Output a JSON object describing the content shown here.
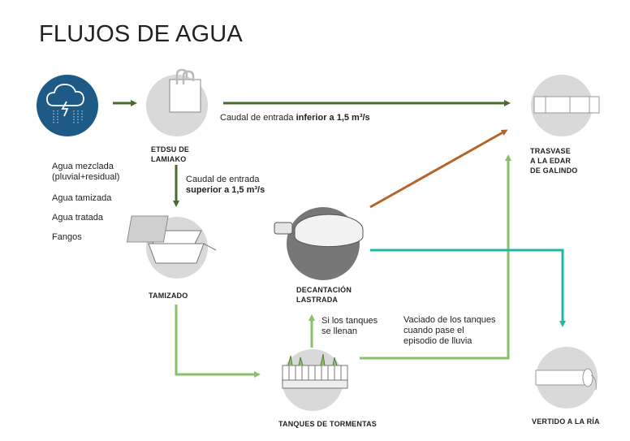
{
  "title": "FLUJOS DE AGUA",
  "legend": {
    "items": [
      {
        "label": "Agua mezclada",
        "label2": "(pluvial+residual)",
        "color": "#4a6b2e"
      },
      {
        "label": "Agua tamizada",
        "color": "#8bc06a"
      },
      {
        "label": "Agua tratada",
        "color": "#1fb8a3"
      },
      {
        "label": "Fangos",
        "color": "#b5652a"
      }
    ]
  },
  "nodes": {
    "etdsu": {
      "line1": "ETDSU DE",
      "line2": "LAMIAKO"
    },
    "trasvase": {
      "line1": "TRASVASE",
      "line2": "A LA EDAR",
      "line3": "DE GALINDO"
    },
    "tamizado": {
      "line1": "TAMIZADO"
    },
    "decantacion": {
      "line1": "DECANTACIÓN",
      "line2": "LASTRADA"
    },
    "tanques": {
      "line1": "TANQUES DE TORMENTAS"
    },
    "vertido": {
      "line1": "VERTIDO A LA RÍA"
    }
  },
  "flows": {
    "inferior": {
      "text": "Caudal de entrada ",
      "bold": "inferior a 1,5 m³/s"
    },
    "superior": {
      "line1": "Caudal de entrada",
      "bold": "superior a 1,5 m³/s"
    },
    "llenan": {
      "line1": "Si los tanques",
      "line2": "se llenan"
    },
    "vaciado": {
      "line1": "Vaciado de los tanques",
      "line2": "cuando pase el",
      "line3": "episodio de lluvia"
    }
  },
  "colors": {
    "mezclada": "#4a6b2e",
    "tamizada": "#8bc06a",
    "tratada": "#1fb8a3",
    "fangos": "#b5652a",
    "node_bg": "#d9d9d9",
    "rain_bg": "#1d5b86"
  },
  "icons": {
    "rain": "cloud-lightning-rain-icon",
    "etdsu": "tank-pipes-icon",
    "trasvase": "pipe-icon",
    "tamizado": "screen-filter-icon",
    "decantacion": "settler-icon",
    "tanques": "storm-tank-icon",
    "vertido": "outfall-pipe-icon"
  }
}
